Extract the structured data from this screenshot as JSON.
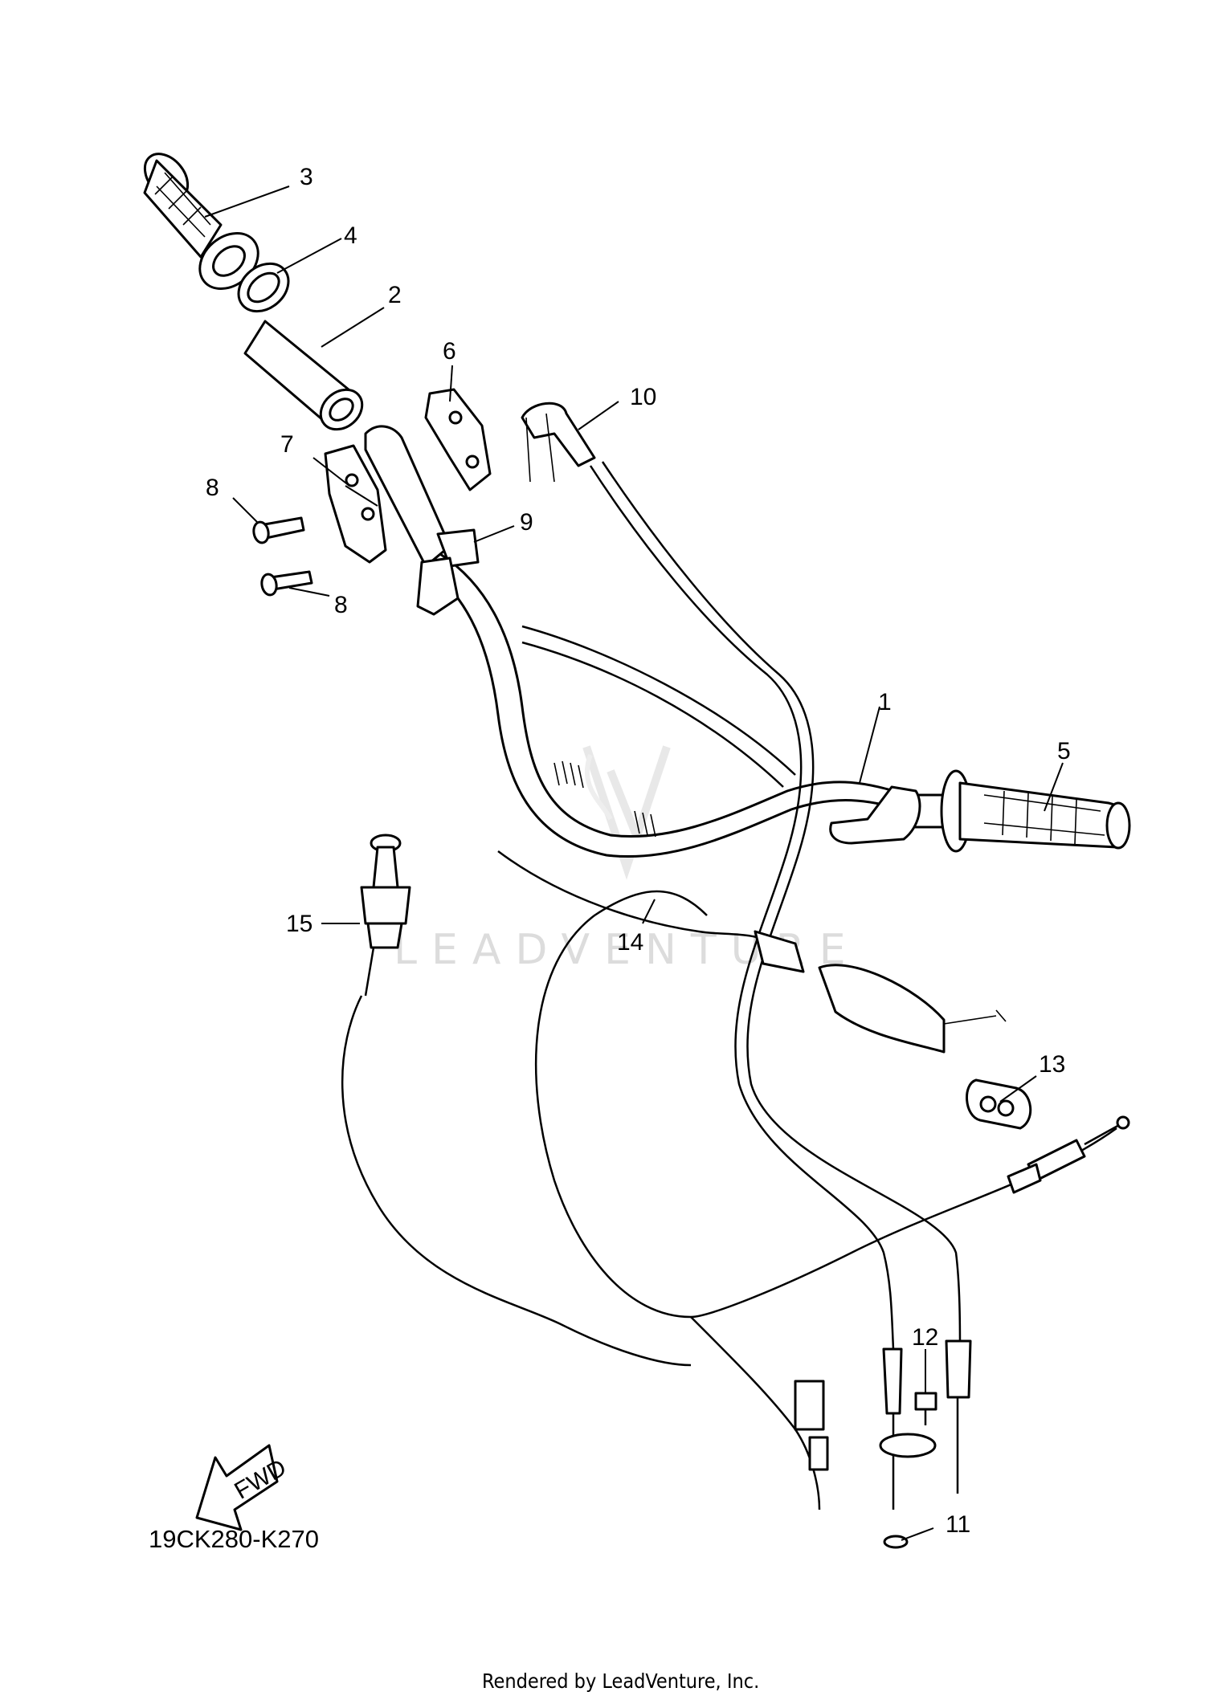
{
  "diagram": {
    "callouts": [
      {
        "id": "c1",
        "label": "1"
      },
      {
        "id": "c2",
        "label": "2"
      },
      {
        "id": "c3",
        "label": "3"
      },
      {
        "id": "c4",
        "label": "4"
      },
      {
        "id": "c5",
        "label": "5"
      },
      {
        "id": "c6",
        "label": "6"
      },
      {
        "id": "c7",
        "label": "7"
      },
      {
        "id": "c8a",
        "label": "8"
      },
      {
        "id": "c8b",
        "label": "8"
      },
      {
        "id": "c9",
        "label": "9"
      },
      {
        "id": "c10",
        "label": "10"
      },
      {
        "id": "c11",
        "label": "11"
      },
      {
        "id": "c12",
        "label": "12"
      },
      {
        "id": "c13",
        "label": "13"
      },
      {
        "id": "c14",
        "label": "14"
      },
      {
        "id": "c15",
        "label": "15"
      }
    ],
    "fwd_label": "FWD",
    "diagram_code": "19CK280-K270",
    "watermark": "LEADVENTURE",
    "footer": "Rendered by LeadVenture, Inc."
  },
  "icons": {
    "fwd_arrow": "fwd-arrow-icon",
    "watermark_logo": "leadventure-logo-icon"
  }
}
